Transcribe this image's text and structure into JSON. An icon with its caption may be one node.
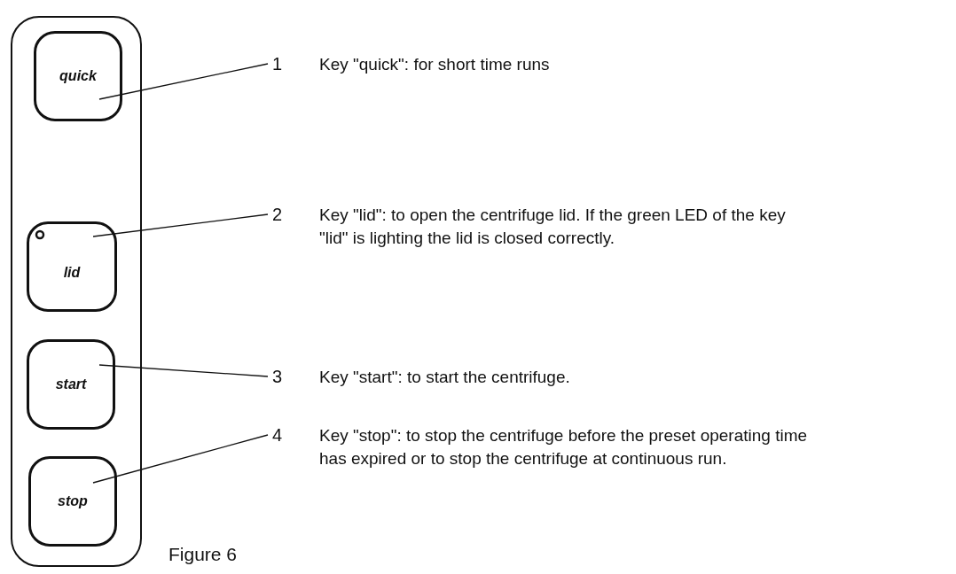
{
  "diagram": {
    "caption": "Figure 6",
    "nodes": [
      {
        "text": [],
        "shape": "box"
      },
      {
        "text": [
          "quick"
        ],
        "in": 0
      },
      {
        "text": [
          "lid"
        ],
        "in": 0
      },
      {
        "text": [
          "start"
        ],
        "in": 0
      },
      {
        "text": [
          "stop"
        ],
        "in": 0
      },
      {
        "text": [
          "1"
        ],
        "beside": [
          "Key \"quick\": for short time runs"
        ]
      },
      {
        "text": [
          "2"
        ],
        "beside": [
          "Key \"lid\": to open the centrifuge lid. If the green LED of the key \"lid\" is lighting the lid is closed correctly."
        ]
      },
      {
        "text": [
          "3"
        ],
        "beside": [
          "Key \"start\": to start the centrifuge."
        ]
      },
      {
        "text": [
          "4"
        ],
        "beside": [
          "Key \"stop\": to stop the centrifuge before the preset operating time has expired or to stop the centrifuge at continuous run."
        ]
      }
    ],
    "edges": [
      {
        "from": 5,
        "to": 1,
        "arrow": "none"
      },
      {
        "from": 6,
        "to": 2,
        "arrow": "none"
      },
      {
        "from": 7,
        "to": 3,
        "arrow": "none"
      },
      {
        "from": 8,
        "to": 4,
        "arrow": "none"
      }
    ]
  }
}
